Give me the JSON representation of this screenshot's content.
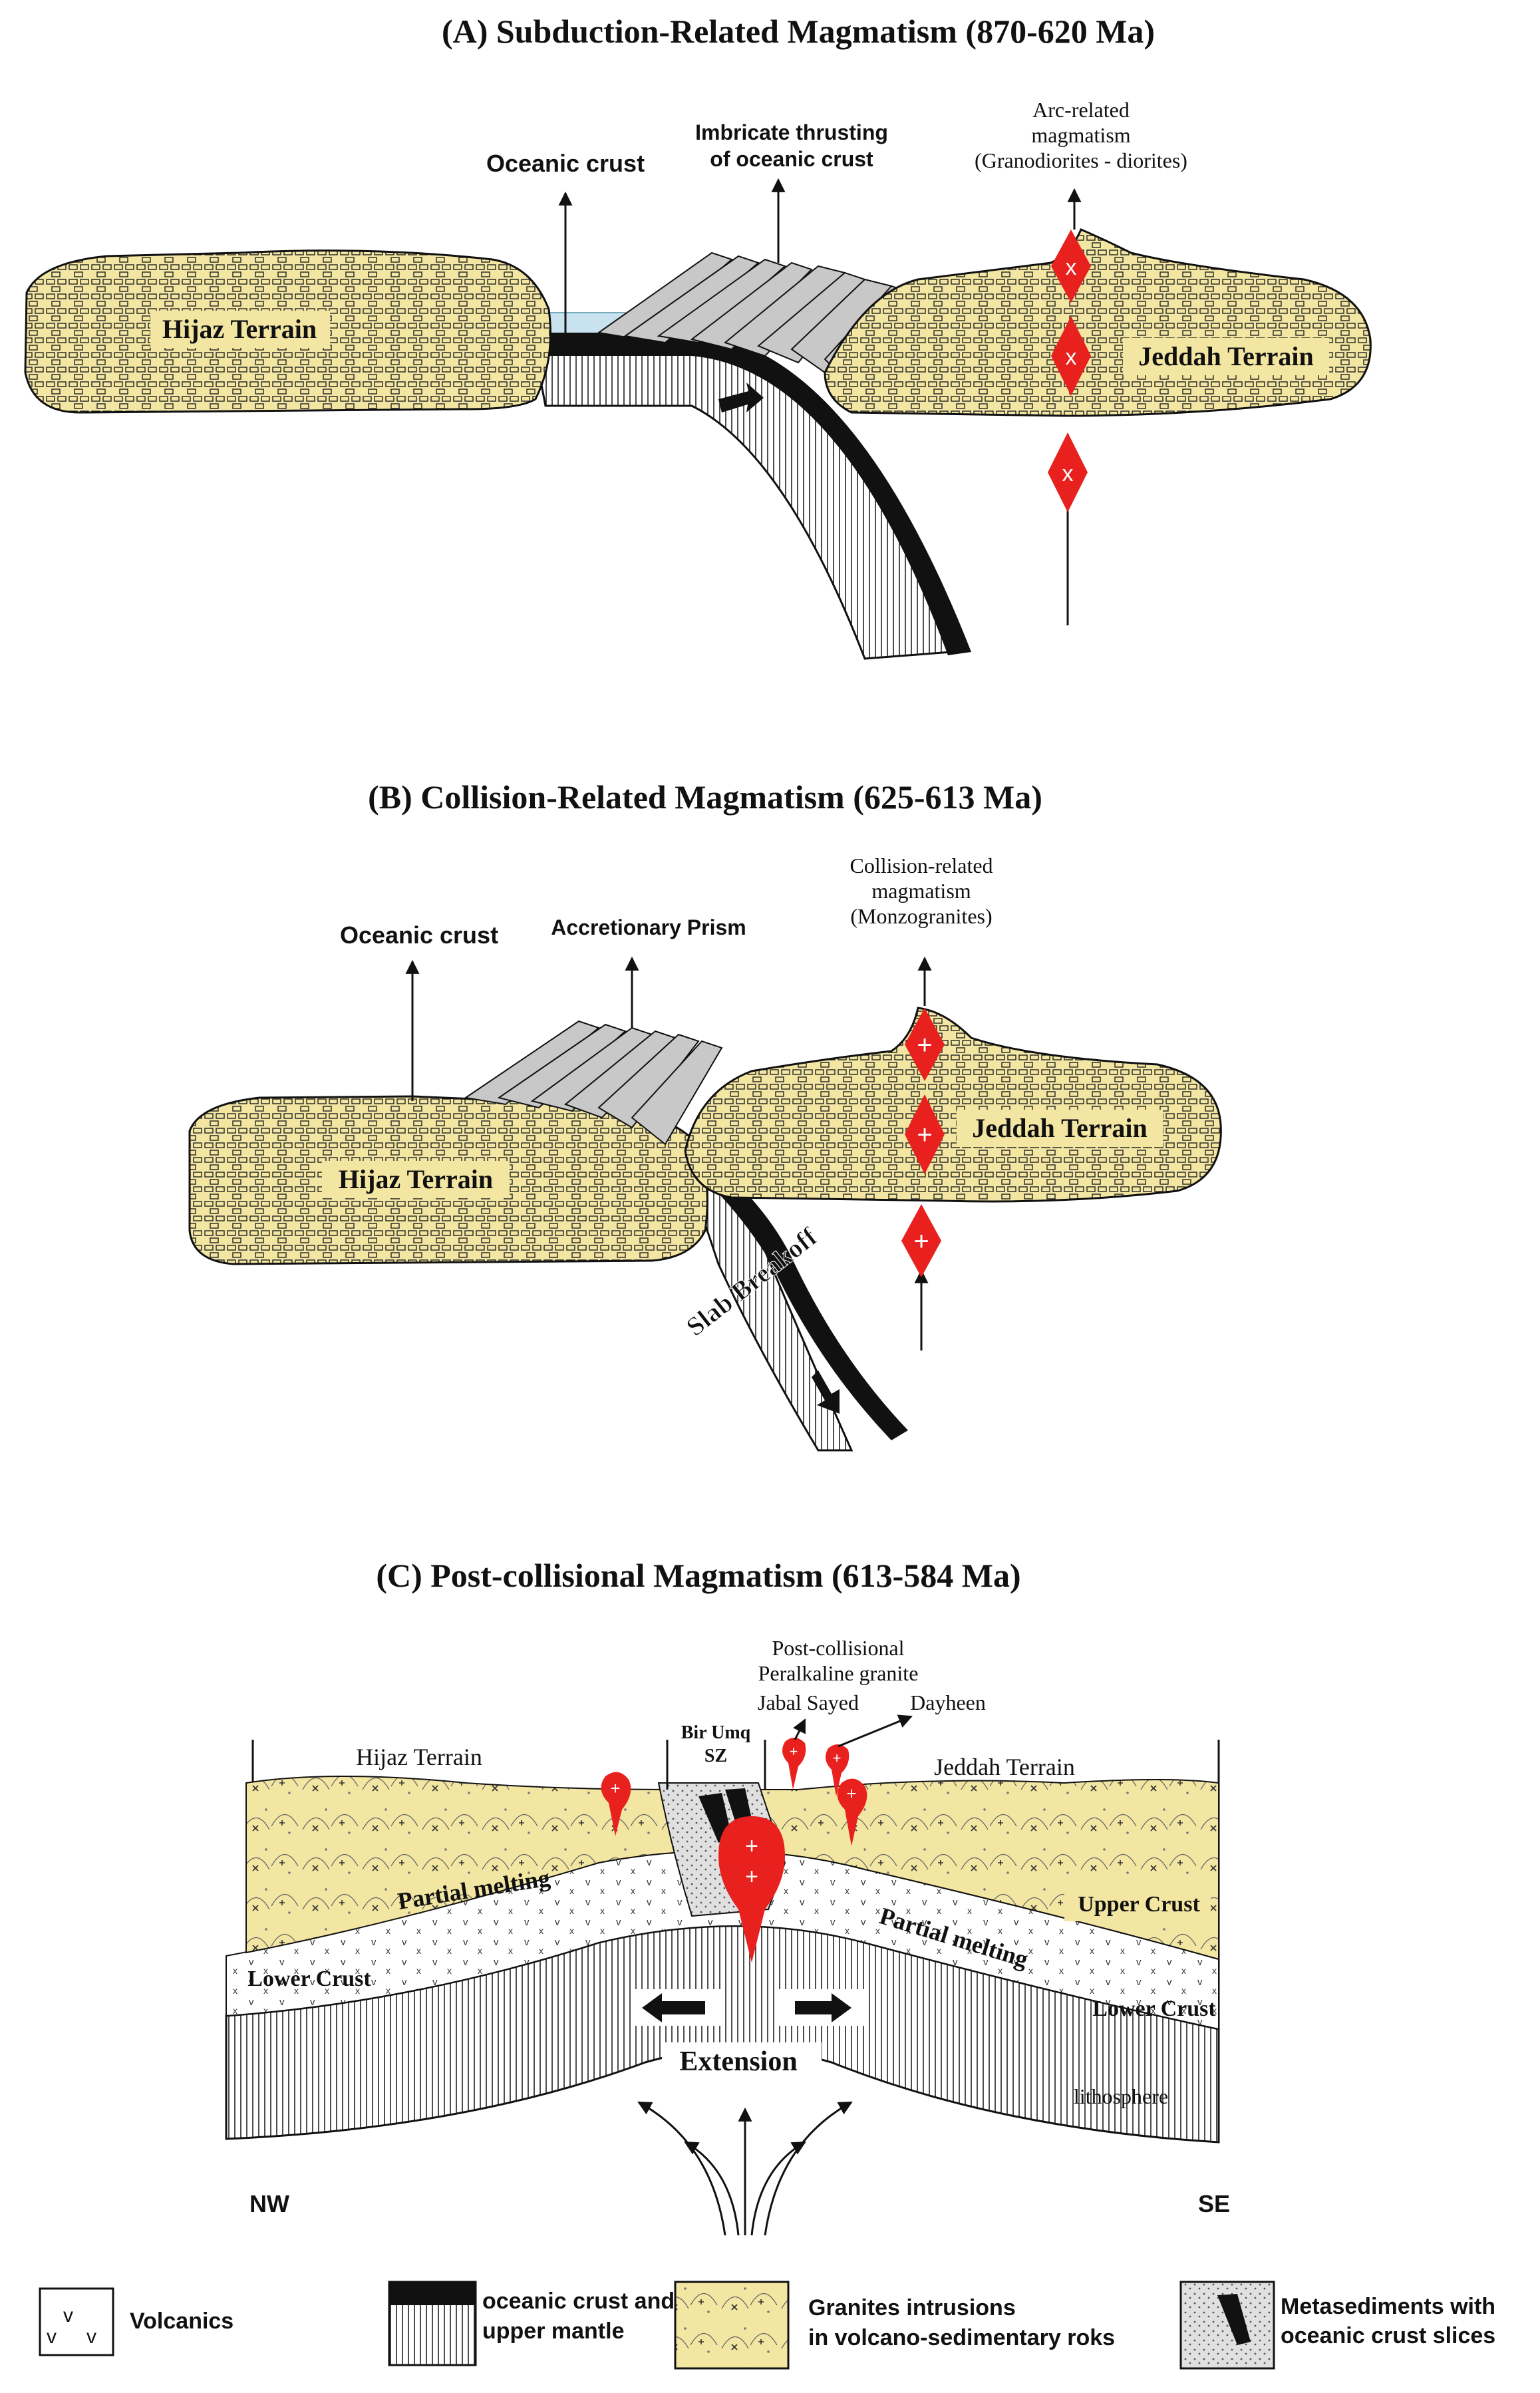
{
  "panelA": {
    "title": "(A) Subduction-Related Magmatism (870-620 Ma)",
    "oceanic_crust": "Oceanic crust",
    "imbricate": [
      "Imbricate thrusting",
      "of oceanic crust"
    ],
    "arc": [
      "Arc-related",
      "magmatism",
      "(Granodiorites - diorites)"
    ],
    "hijaz": "Hijaz Terrain",
    "jeddah": "Jeddah Terrain",
    "symbol": "x"
  },
  "panelB": {
    "title": "(B) Collision-Related Magmatism (625-613 Ma)",
    "oceanic_crust": "Oceanic crust",
    "prism": "Accretionary Prism",
    "collision": [
      "Collision-related",
      "magmatism",
      "(Monzogranites)"
    ],
    "hijaz": "Hijaz Terrain",
    "jeddah": "Jeddah Terrain",
    "breakoff": "Slab Breakoff",
    "symbol": "+"
  },
  "panelC": {
    "title": "(C) Post-collisional Magmatism (613-584 Ma)",
    "post": [
      "Post-collisional",
      "Peralkaline granite"
    ],
    "jabal": "Jabal Sayed",
    "dayheen": "Dayheen",
    "birumq": [
      "Bir Umq",
      "SZ"
    ],
    "hijaz": "Hijaz Terrain",
    "jeddah": "Jeddah Terrain",
    "upper_crust": "Upper Crust",
    "partial_left": "Partial melting",
    "partial_right": "Partial melting",
    "lower_left": "Lower Crust",
    "lower_right": "Lower Crust",
    "extension": "Extension",
    "lithosphere": "lithosphere",
    "nw": "NW",
    "se": "SE"
  },
  "legend": {
    "volcanics": "Volcanics",
    "volc_symbol": "v v v",
    "oceanic": [
      "oceanic crust and",
      "upper mantle"
    ],
    "granites": [
      "Granites intrusions",
      "in volcano-sedimentary roks"
    ],
    "metased": [
      "Metasediments with",
      "oceanic crust slices"
    ]
  },
  "colors": {
    "terrain": "#f3e6a2",
    "magma": "#e8201e",
    "ocean": "#c8e3ef"
  }
}
